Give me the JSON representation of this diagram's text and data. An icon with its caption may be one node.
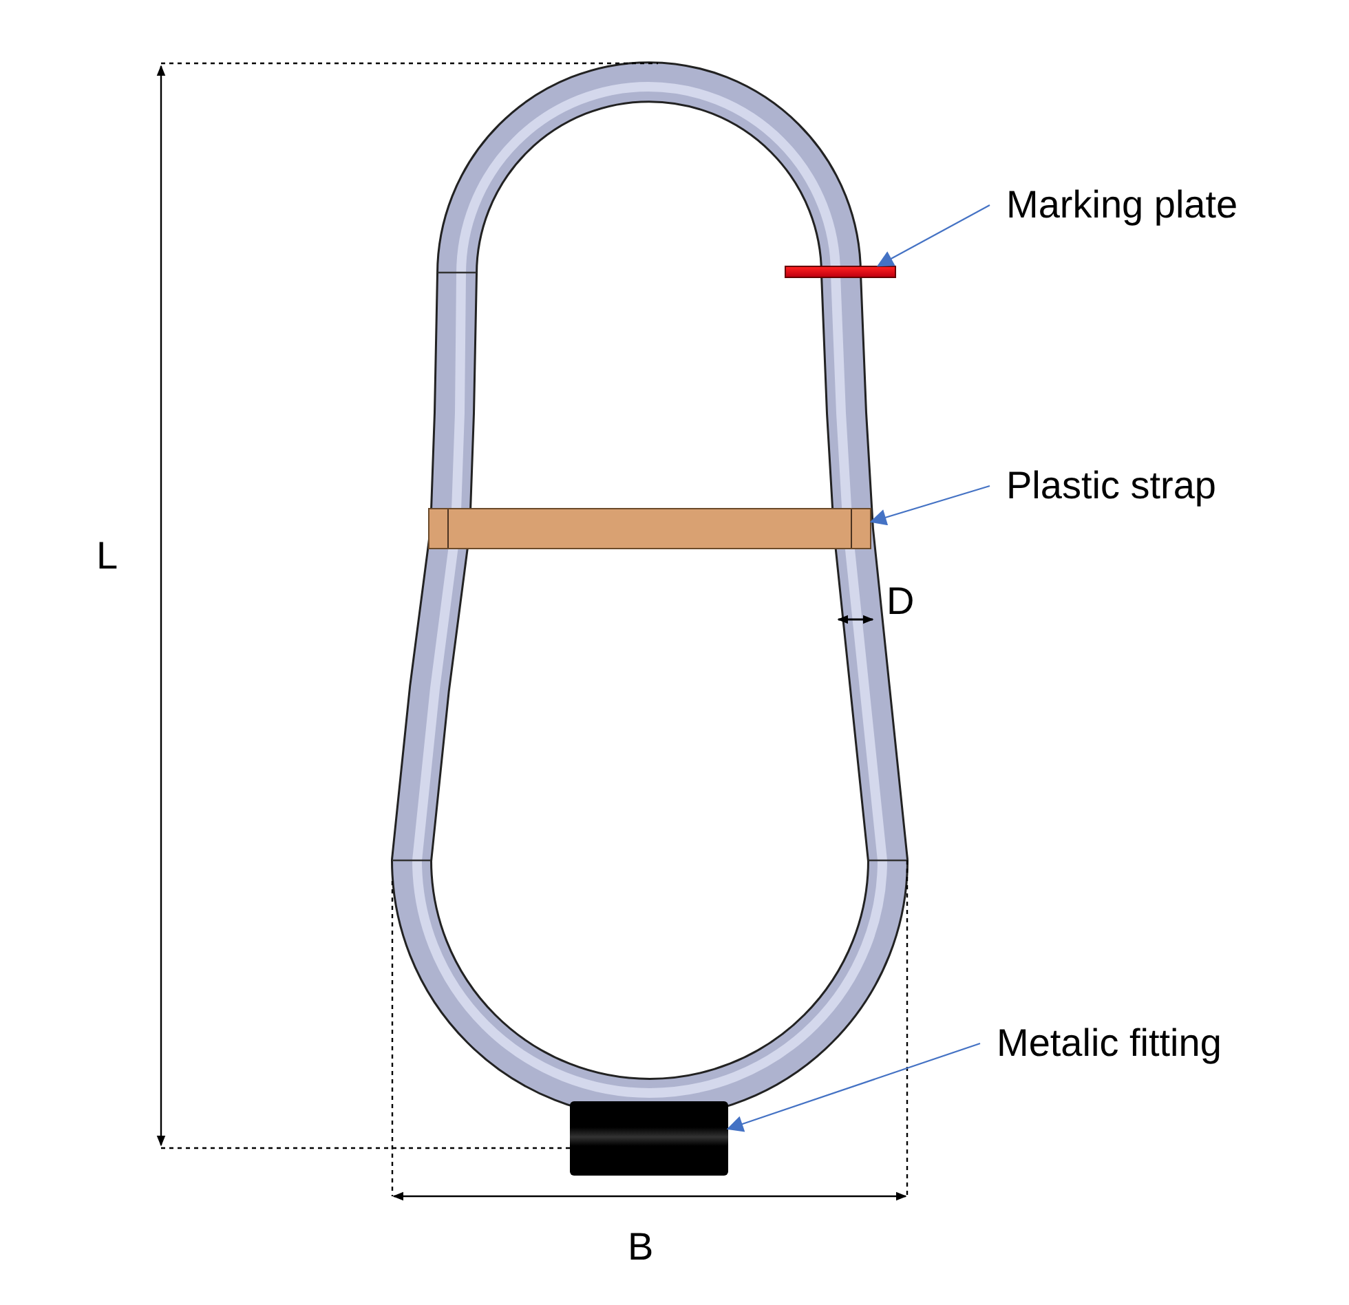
{
  "diagram": {
    "nodes": [
      {
        "text": [
          "Marking plate"
        ]
      },
      {
        "text": [],
        "shape": "bar"
      },
      {
        "text": [
          "Plastic strap"
        ]
      },
      {
        "text": [],
        "shape": "bar"
      },
      {
        "text": [
          "Metalic fitting"
        ]
      },
      {
        "text": [],
        "shape": "cylinder"
      }
    ],
    "edges": [
      {
        "from": 0,
        "to": 1,
        "arrow": "to"
      },
      {
        "from": 2,
        "to": 3,
        "arrow": "to"
      },
      {
        "from": 4,
        "to": 5,
        "arrow": "to"
      }
    ],
    "labels": [
      "L",
      "D",
      "B"
    ]
  }
}
